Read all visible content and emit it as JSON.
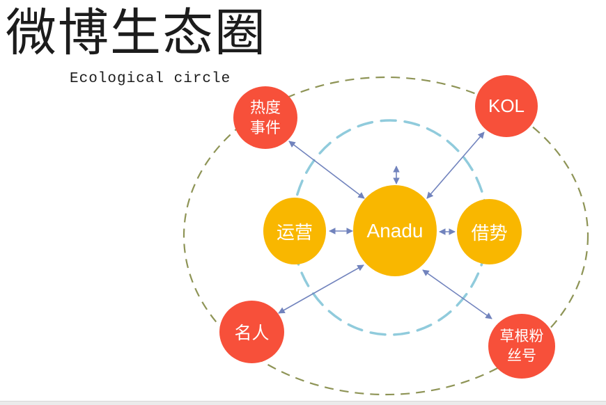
{
  "title": "微博生态圈",
  "subtitle": "Ecological circle",
  "colors": {
    "node_red": "#F7503A",
    "node_yellow": "#F9B700",
    "arrow_blue": "#7183BD",
    "inner_dash_blue": "#90CBDC",
    "outer_dash_olive": "#8E9456",
    "title_black": "#1C1C1C",
    "label_white": "#FFFFFF"
  },
  "nodes": {
    "hot_event": {
      "lines": [
        "热度",
        "事件"
      ]
    },
    "kol": {
      "label": "KOL"
    },
    "operations": {
      "label": "运营"
    },
    "anadu": {
      "label": "Anadu"
    },
    "leverage": {
      "label": "借势"
    },
    "celebrity": {
      "label": "名人"
    },
    "grassroots": {
      "lines": [
        "草根粉",
        "丝号"
      ]
    }
  }
}
